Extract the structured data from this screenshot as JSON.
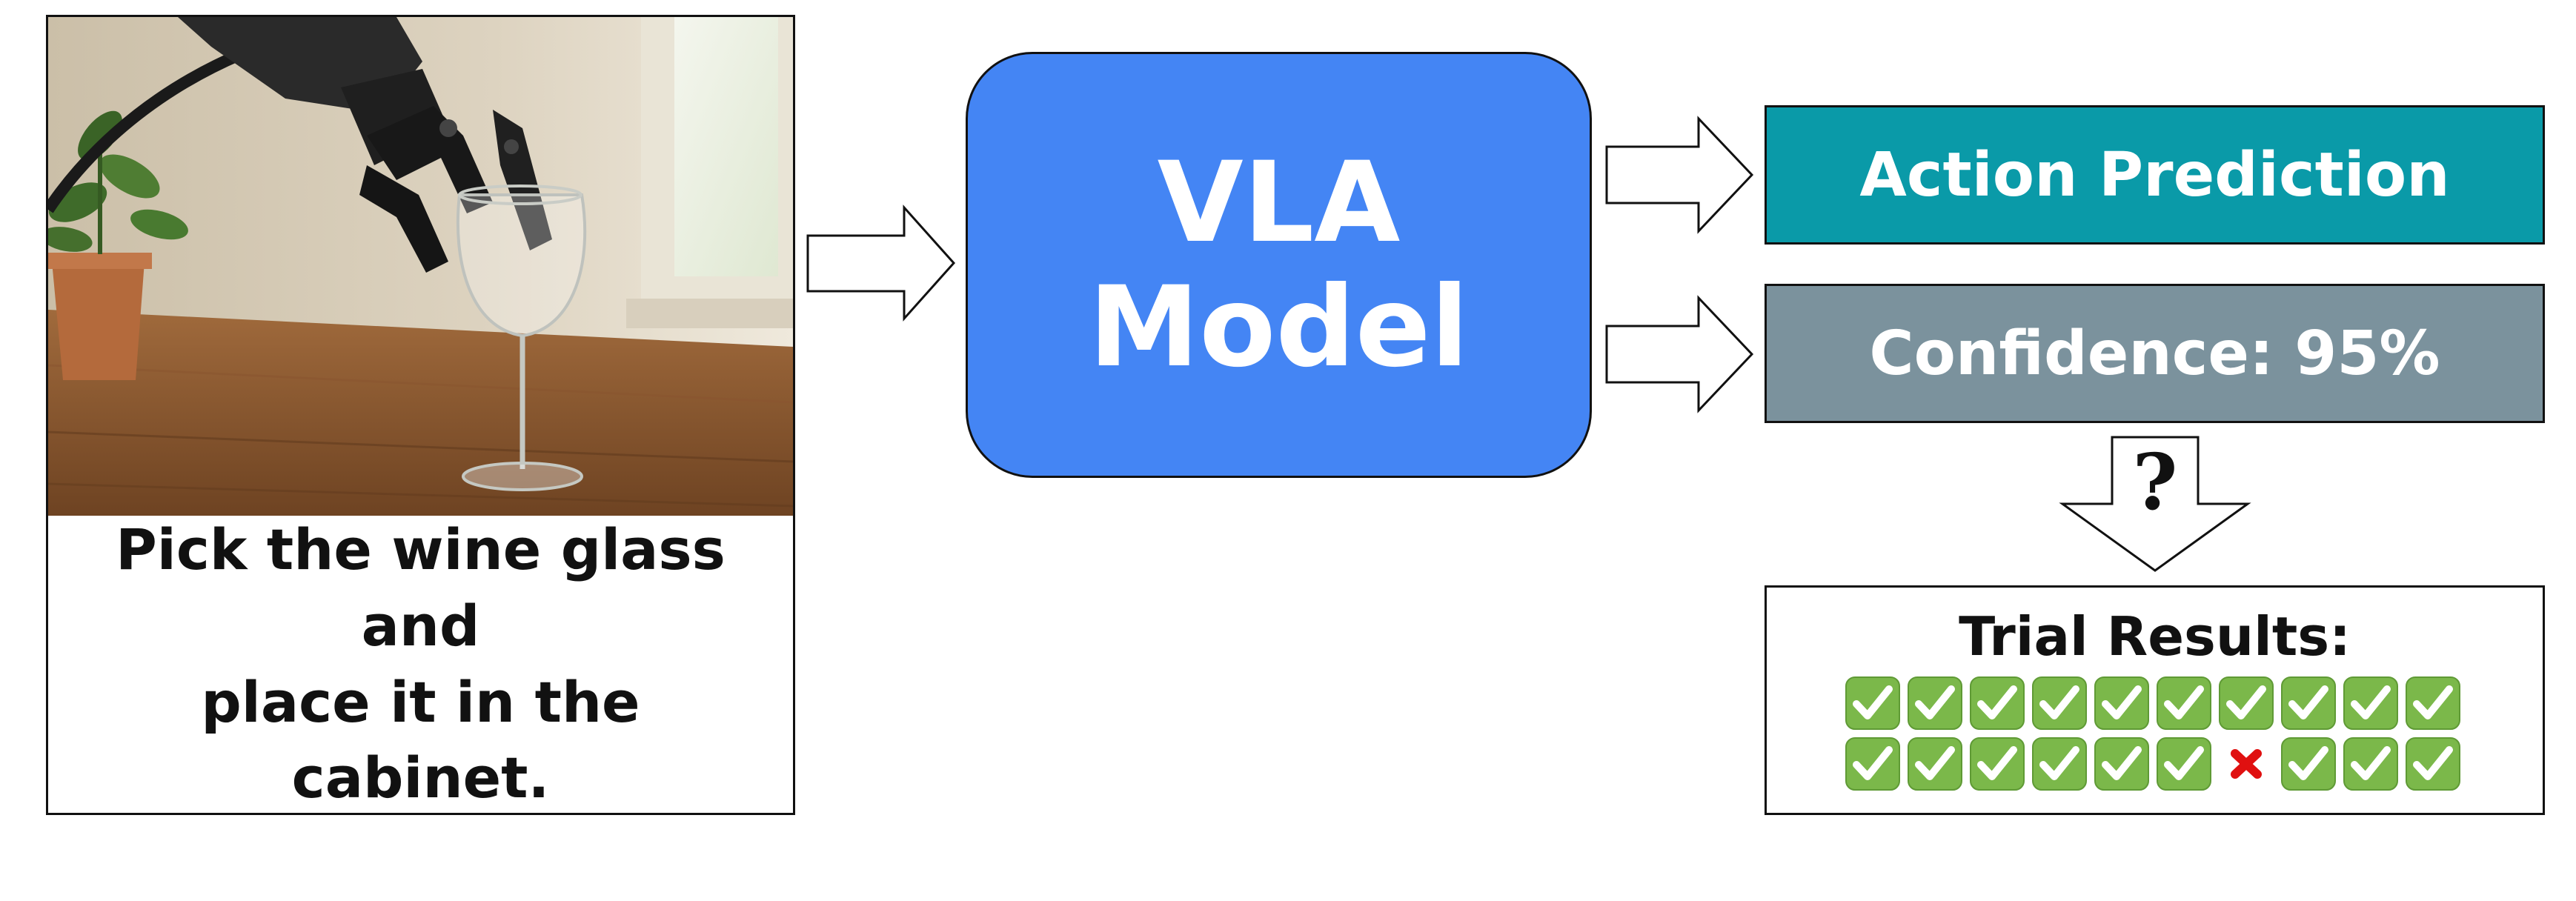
{
  "instruction": {
    "line1": "Pick the wine glass and",
    "line2": "place it in the cabinet."
  },
  "model": {
    "line1": "VLA",
    "line2": "Model"
  },
  "outputs": {
    "action_label": "Action Prediction",
    "confidence_label": "Confidence: 95%",
    "query_symbol": "?"
  },
  "results": {
    "title": "Trial Results:",
    "row1": [
      "success",
      "success",
      "success",
      "success",
      "success",
      "success",
      "success",
      "success",
      "success",
      "success"
    ],
    "row2": [
      "success",
      "success",
      "success",
      "success",
      "success",
      "success",
      "failure",
      "success",
      "success",
      "success"
    ]
  },
  "icons": {
    "success": "check-mark-button-icon",
    "failure": "cross-mark-icon"
  },
  "colors": {
    "model_fill": "#4485f4",
    "action_fill": "#0a9aa8",
    "confidence_fill": "#7b929d",
    "success_fill": "#7bb84a",
    "failure_fill": "#e01010"
  }
}
